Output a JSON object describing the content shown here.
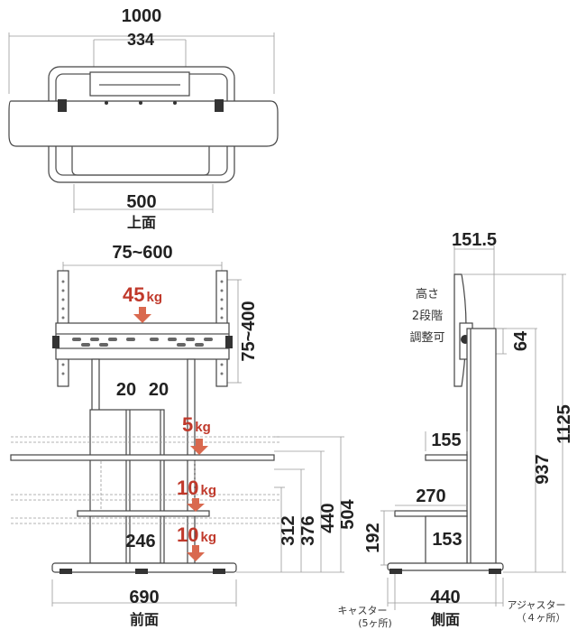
{
  "colors": {
    "load": "#c0392b",
    "line": "#555555",
    "text": "#222222"
  },
  "top_view": {
    "label": "上面",
    "dims": {
      "total_width": "1000",
      "mount_width": "334",
      "base_width": "500"
    }
  },
  "front_view": {
    "label": "前面",
    "dims": {
      "vesa_width": "75~600",
      "vesa_height": "75~400",
      "pole_gap_left": "20",
      "pole_gap_right": "20",
      "shelf_height_a": "312",
      "shelf_height_b": "376",
      "shelf_height_c": "440",
      "shelf_height_d": "504",
      "shelf_spacing": "246",
      "base_width": "690"
    },
    "loads": [
      {
        "value": "45",
        "unit": "kg"
      },
      {
        "value": "5",
        "unit": "kg"
      },
      {
        "value": "10",
        "unit": "kg"
      },
      {
        "value": "10",
        "unit": "kg"
      }
    ]
  },
  "side_view": {
    "label": "側面",
    "dims": {
      "bracket_depth": "151.5",
      "bracket_offset": "64",
      "height_min": "937",
      "height_max": "1125",
      "upper_shelf_depth": "155",
      "lower_shelf_depth": "270",
      "lower_shelf_inner": "153",
      "lower_shelf_height": "192",
      "base_depth": "440"
    },
    "height_note": [
      "高さ",
      "2段階",
      "調整可"
    ],
    "caster_label": "キャスター",
    "caster_count": "(5ヶ所)",
    "adjuster_label": "アジャスター",
    "adjuster_count": "（４ヶ所）"
  }
}
